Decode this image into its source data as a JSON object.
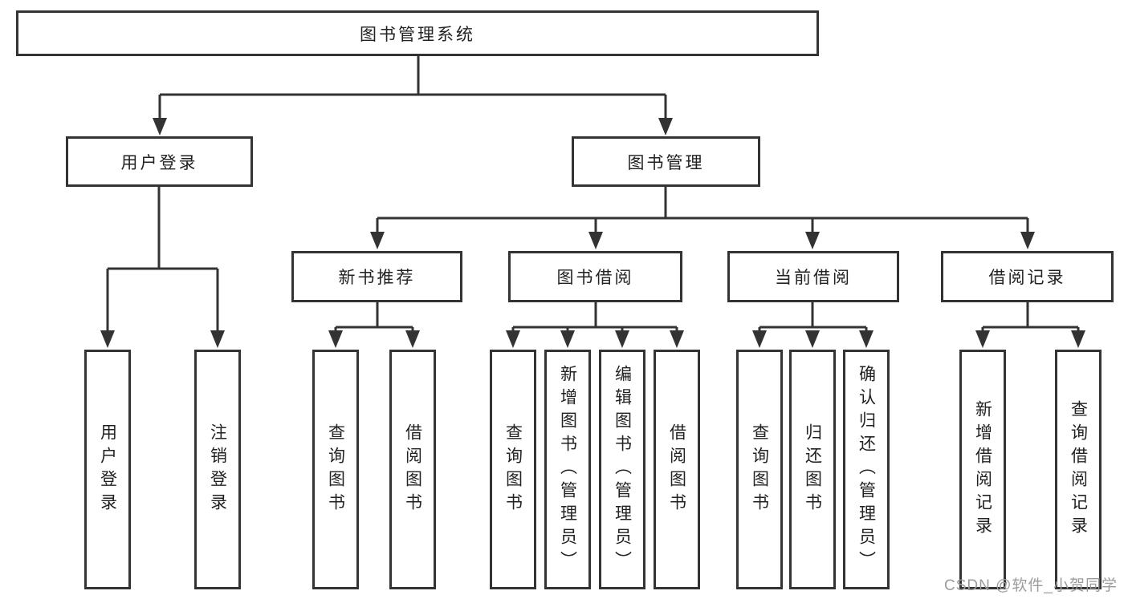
{
  "tree": {
    "root": {
      "label": "图书管理系统"
    },
    "level2": [
      {
        "label": "用户登录",
        "children": [
          {
            "label": "用户登录"
          },
          {
            "label": "注销登录"
          }
        ]
      },
      {
        "label": "图书管理",
        "children": [
          {
            "label": "新书推荐",
            "children": [
              {
                "label": "查询图书"
              },
              {
                "label": "借阅图书"
              }
            ]
          },
          {
            "label": "图书借阅",
            "children": [
              {
                "label": "查询图书"
              },
              {
                "label": "新增图书（管理员）"
              },
              {
                "label": "编辑图书（管理员）"
              },
              {
                "label": "借阅图书"
              }
            ]
          },
          {
            "label": "当前借阅",
            "children": [
              {
                "label": "查询图书"
              },
              {
                "label": "归还图书"
              },
              {
                "label": "确认归还（管理员）"
              }
            ]
          },
          {
            "label": "借阅记录",
            "children": [
              {
                "label": "新增借阅记录"
              },
              {
                "label": "查询借阅记录"
              }
            ]
          }
        ]
      }
    ],
    "watermark": {
      "text": "CSDN @软件_小贺同学"
    },
    "colors": {
      "line": "#333333",
      "text": "#222222",
      "watermark": "#9c9c9c"
    }
  }
}
